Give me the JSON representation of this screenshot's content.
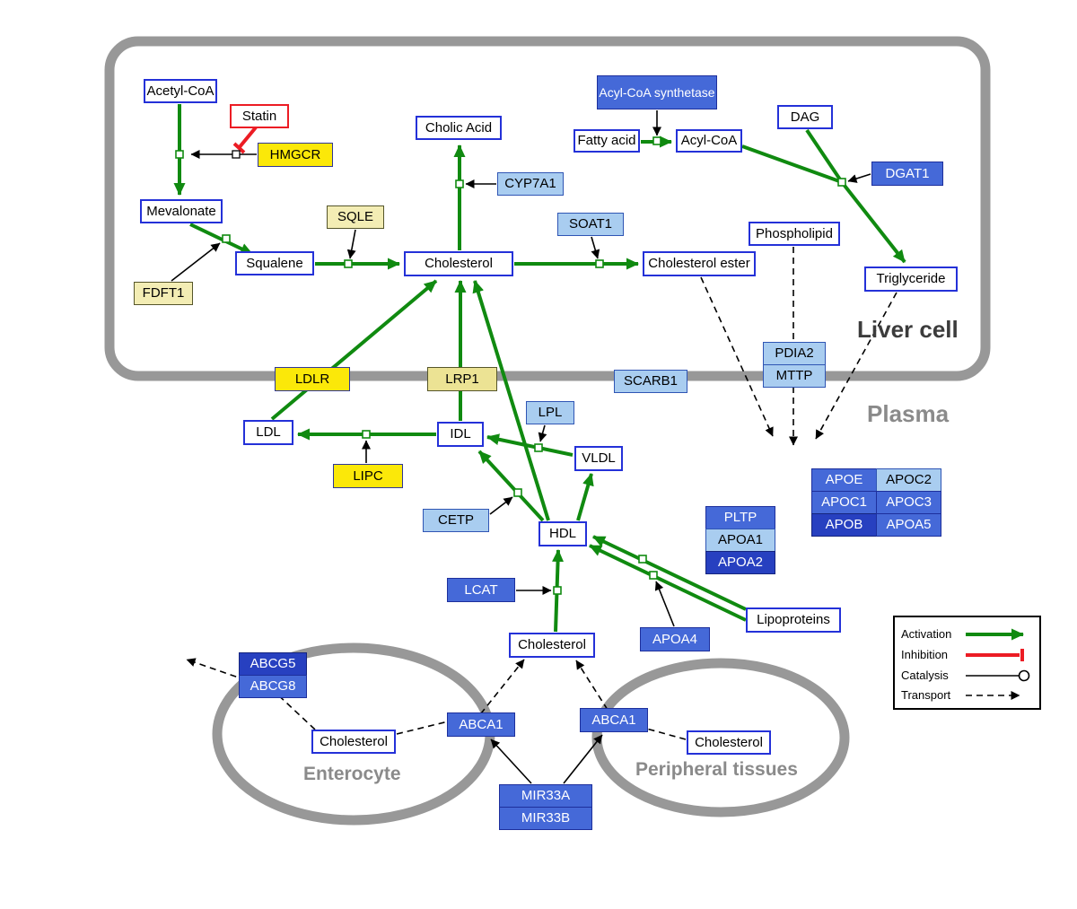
{
  "compartments": {
    "liver_cell": "Liver cell",
    "plasma": "Plasma",
    "enterocyte": "Enterocyte",
    "peripheral_tissues": "Peripheral tissues"
  },
  "nodes": {
    "acetyl_coa": "Acetyl-CoA",
    "statin": "Statin",
    "hmgcr": "HMGCR",
    "mevalonate": "Mevalonate",
    "sqle": "SQLE",
    "squalene": "Squalene",
    "fdft1": "FDFT1",
    "cholesterol_liver": "Cholesterol",
    "cholic_acid": "Cholic Acid",
    "cyp7a1": "CYP7A1",
    "soat1": "SOAT1",
    "cholesterol_ester": "Cholesterol ester",
    "acyl_coa_synthetase": "Acyl-CoA synthetase",
    "fatty_acid": "Fatty acid",
    "acyl_coa": "Acyl-CoA",
    "dag": "DAG",
    "dgat1": "DGAT1",
    "phospholipid": "Phospholipid",
    "triglyceride": "Triglyceride",
    "pdia2": "PDIA2",
    "mttp": "MTTP",
    "ldlr": "LDLR",
    "lrp1": "LRP1",
    "scarb1": "SCARB1",
    "ldl": "LDL",
    "idl": "IDL",
    "lpl": "LPL",
    "vldl": "VLDL",
    "lipc": "LIPC",
    "cetp": "CETP",
    "hdl": "HDL",
    "pltp": "PLTP",
    "apoa1": "APOA1",
    "apoa2": "APOA2",
    "lcat": "LCAT",
    "apoa4": "APOA4",
    "lipoproteins": "Lipoproteins",
    "apoe": "APOE",
    "apoc2": "APOC2",
    "apoc1": "APOC1",
    "apoc3": "APOC3",
    "apob": "APOB",
    "apoa5": "APOA5",
    "cholesterol_plasma": "Cholesterol",
    "abcg5": "ABCG5",
    "abcg8": "ABCG8",
    "cholesterol_enterocyte": "Cholesterol",
    "abca1_enterocyte": "ABCA1",
    "abca1_peripheral": "ABCA1",
    "cholesterol_peripheral": "Cholesterol",
    "mir33a": "MIR33A",
    "mir33b": "MIR33B"
  },
  "legend": {
    "activation": "Activation",
    "inhibition": "Inhibition",
    "catalysis": "Catalysis",
    "transport": "Transport"
  },
  "colors": {
    "activation_green": "#108a10",
    "inhibition_red": "#ec1c24",
    "metabolite_border_blue": "#2431d8",
    "gene_yellow": "#fbe809",
    "gene_pale_yellow": "#f3edb4",
    "gene_light_blue": "#a9cdf0",
    "gene_medium_blue": "#4569d8",
    "gene_dark_blue": "#2740c0",
    "membrane_gray": "#989898"
  }
}
